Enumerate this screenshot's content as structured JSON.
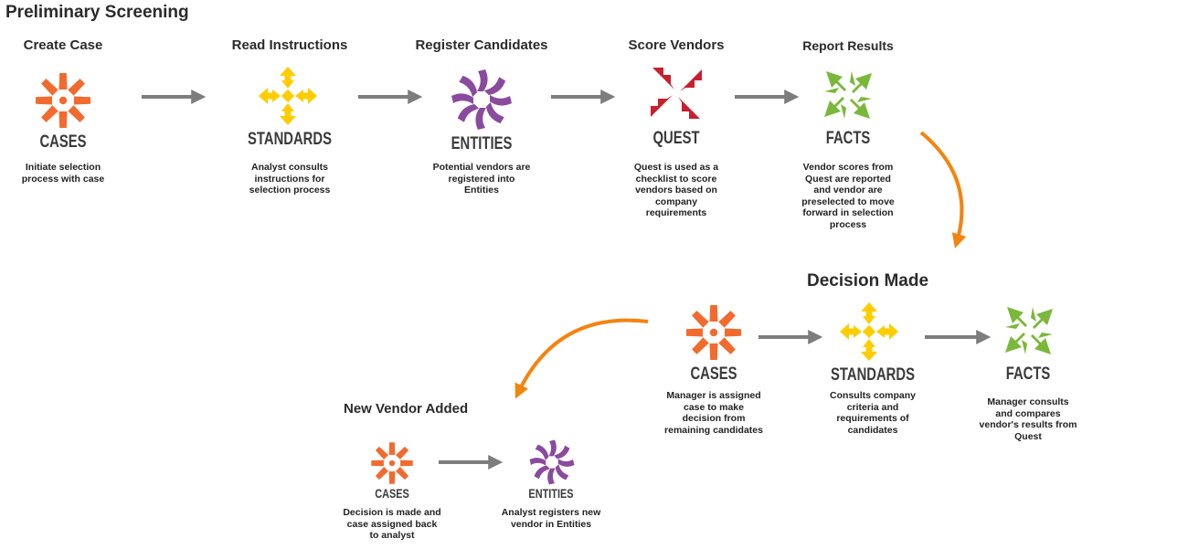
{
  "header": {
    "title": "Preliminary Screening"
  },
  "preliminary_steps": [
    {
      "title": "Create Case",
      "brand": "CASES",
      "description": "Initiate selection\nprocess with case",
      "icon": "cases-icon"
    },
    {
      "title": "Read Instructions",
      "brand": "STANDARDS",
      "description": "Analyst consults\ninstructions for\nselection process",
      "icon": "standards-icon"
    },
    {
      "title": "Register Candidates",
      "brand": "ENTITIES",
      "description": "Potential vendors are\nregistered into\nEntities",
      "icon": "entities-icon"
    },
    {
      "title": "Score Vendors",
      "brand": "QUEST",
      "description": "Quest is used as a\nchecklist to score\nvendors based on\ncompany\nrequirements",
      "icon": "quest-icon"
    },
    {
      "title": "Report Results",
      "brand": "FACTS",
      "description": "Vendor scores from\nQuest are reported\nand vendor are\npreselected to move\nforward in selection\nprocess",
      "icon": "facts-icon"
    }
  ],
  "decision": {
    "title": "Decision Made",
    "steps": [
      {
        "brand": "CASES",
        "description": "Manager is assigned\ncase to make\ndecision from\nremaining candidates",
        "icon": "cases-icon"
      },
      {
        "brand": "STANDARDS",
        "description": "Consults company\ncriteria and\nrequirements of\ncandidates",
        "icon": "standards-icon"
      },
      {
        "brand": "FACTS",
        "description": "Manager consults\nand compares\nvendor's results from\nQuest",
        "icon": "facts-icon"
      }
    ]
  },
  "new_vendor": {
    "title": "New Vendor Added",
    "steps": [
      {
        "brand": "CASES",
        "description": "Decision is made and\ncase assigned back\nto analyst",
        "icon": "cases-icon"
      },
      {
        "brand": "ENTITIES",
        "description": "Analyst registers new\nvendor in Entities",
        "icon": "entities-icon"
      }
    ]
  },
  "colors": {
    "cases": "#f26a2e",
    "standards": "#ffcc00",
    "entities": "#8a4a9e",
    "quest": "#c8202f",
    "facts": "#7ab83a",
    "arrow_gray": "#7d7d7d",
    "arrow_orange": "#f5830f"
  }
}
